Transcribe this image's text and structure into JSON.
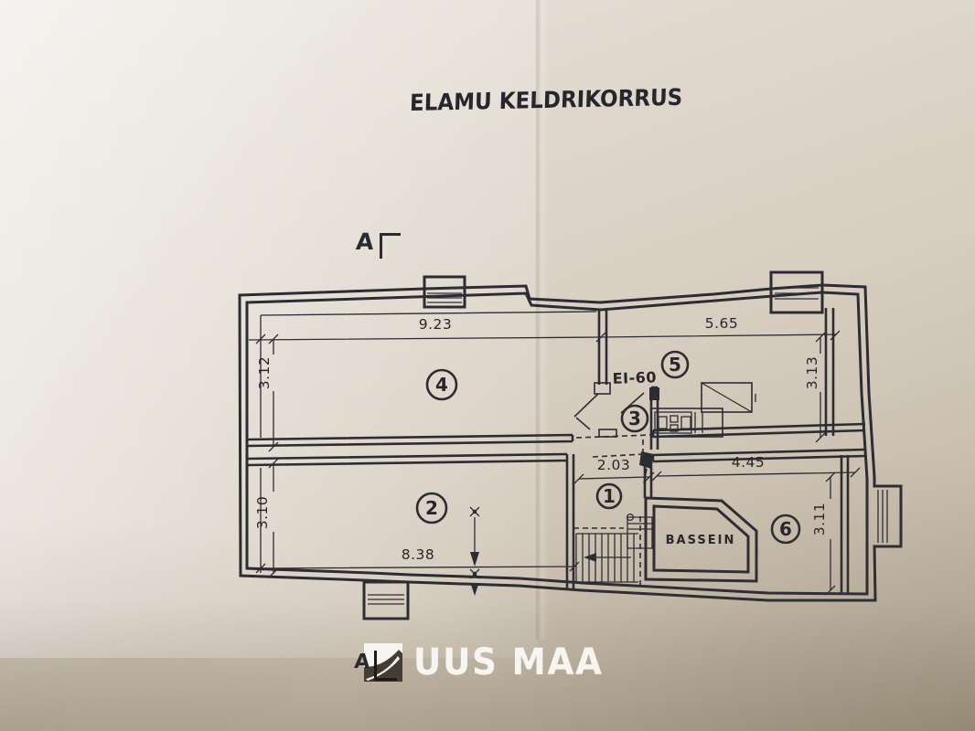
{
  "document": {
    "title": "ELAMU KELDRIKORRUS"
  },
  "section_markers": {
    "top": "A",
    "bottom": "A"
  },
  "plan": {
    "rooms": [
      "1",
      "2",
      "3",
      "4",
      "5",
      "6"
    ],
    "labels": {
      "fire_rating": "EI-60",
      "pool": "BASSEIN"
    },
    "dimensions": {
      "room4_width": "9.23",
      "room5_width": "5.65",
      "room4_height": "3.12",
      "room5_height": "3.13",
      "room2_height": "3.10",
      "room6_height": "3.11",
      "room2_width": "8.38",
      "corridor_width": "2.03",
      "room6_width": "4.45"
    }
  },
  "watermark": {
    "brand": "UUS MAA"
  },
  "colors": {
    "ink": "#2c2c33",
    "paper": "#d6cdbf",
    "logo_text": "#f7f5f1"
  }
}
